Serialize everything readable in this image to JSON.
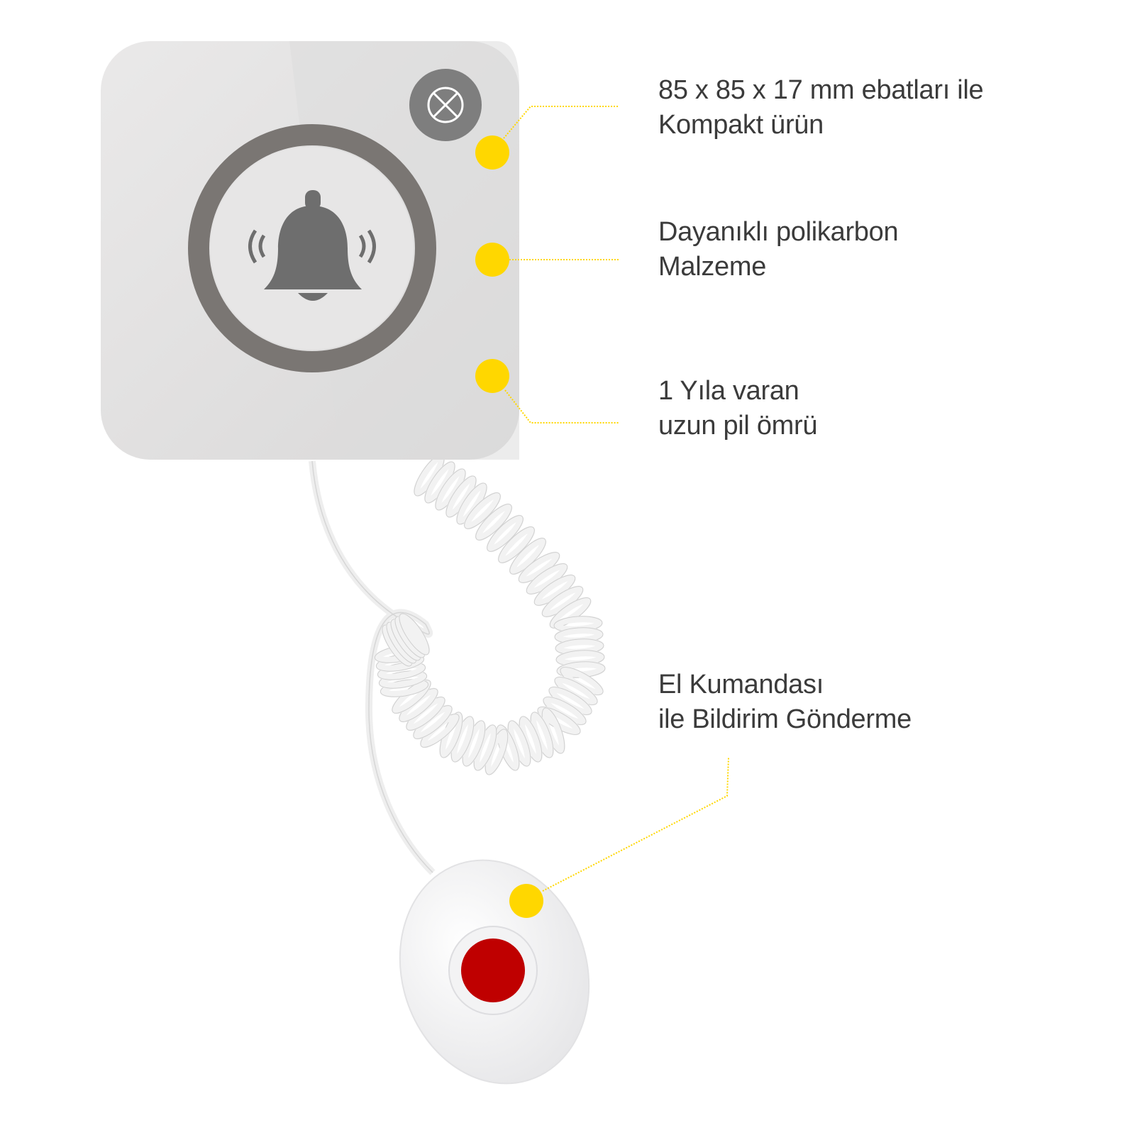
{
  "colors": {
    "accent_dot": "#FFD700",
    "device_body": "#E4E3E3",
    "bell": "#6E6E6E",
    "ring": "#7A7673",
    "alarm_button": "#BF0000",
    "text": "#3B3B3B"
  },
  "features": [
    {
      "line1": "85 x 85 x 17 mm ebatları ile",
      "line2": "Kompakt ürün"
    },
    {
      "line1": "Dayanıklı polikarbon",
      "line2": "Malzeme"
    },
    {
      "line1": "1 Yıla varan",
      "line2": "uzun pil ömrü"
    },
    {
      "line1": "El Kumandası",
      "line2": "ile Bildirim Gönderme"
    }
  ],
  "icons": [
    "bell-icon",
    "cancel-x-icon"
  ]
}
